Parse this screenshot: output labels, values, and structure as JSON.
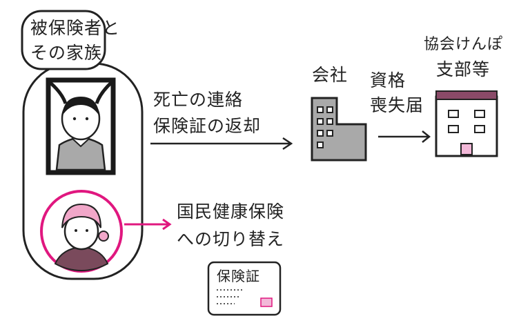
{
  "subject": {
    "line1": "被保険者と",
    "line2": "その家族"
  },
  "flow_to_company": {
    "line1": "死亡の連絡",
    "line2": "保険証の返却"
  },
  "company": {
    "label": "会社"
  },
  "flow_to_association": {
    "line1": "資格",
    "line2": "喪失届"
  },
  "association": {
    "line1": "協会けんぽ",
    "line2": "支部等"
  },
  "family_switch": {
    "line1": "国民健康保険",
    "line2": "への切り替え"
  },
  "card": {
    "label": "保険証"
  },
  "colors": {
    "accent": "#e0177f",
    "building": "#a9a9a9",
    "roof": "#8a4a68",
    "door": "#f2b8d8"
  }
}
